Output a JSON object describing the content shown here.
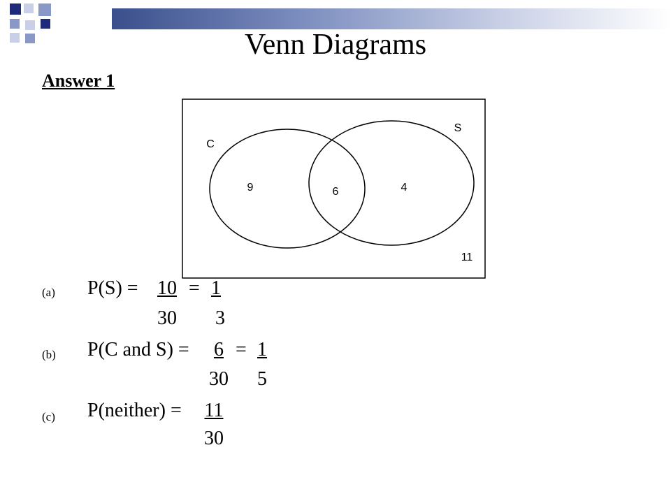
{
  "title": "Venn Diagrams",
  "subtitle": "Answer 1",
  "venn": {
    "set_c": "C",
    "set_s": "S",
    "only_c": "9",
    "both": "6",
    "only_s": "4",
    "neither": "11"
  },
  "answers": [
    {
      "label": "(a)",
      "prefix": "P(S) =",
      "fractions": [
        {
          "num": "10",
          "den": "30"
        },
        {
          "num": "1",
          "den": "3"
        }
      ]
    },
    {
      "label": "(b)",
      "prefix": "P(C and S) =",
      "fractions": [
        {
          "num": "6",
          "den": "30"
        },
        {
          "num": "1",
          "den": "5"
        }
      ]
    },
    {
      "label": "(c)",
      "prefix": "P(neither) =",
      "fractions": [
        {
          "num": "11",
          "den": "30"
        }
      ]
    }
  ],
  "eq": "=",
  "colors": {
    "dark_square": "#1f2a7a",
    "mid_square": "#8a98c8",
    "light_square": "#c8cfe6"
  }
}
